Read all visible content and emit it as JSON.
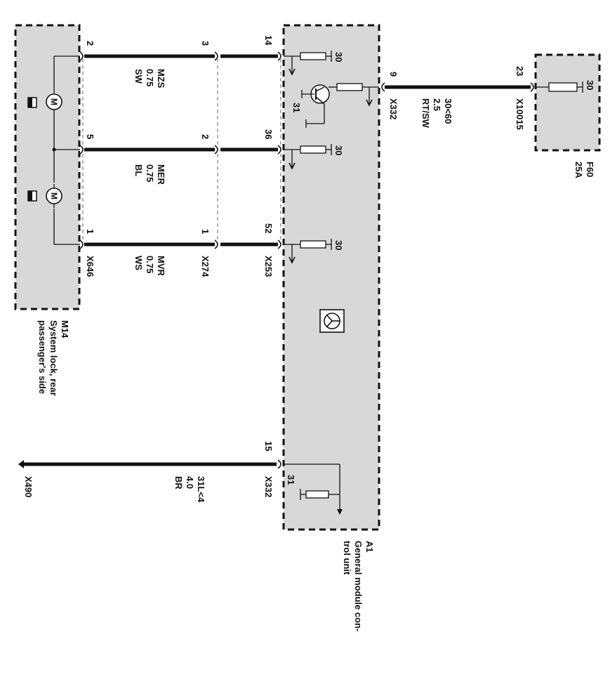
{
  "components": {
    "m14": {
      "id": "M14",
      "desc": [
        "System lock, rear",
        "passenger's side"
      ]
    },
    "a1": {
      "id": "A1",
      "desc": [
        "General module con-",
        "trol unit"
      ]
    },
    "f60": {
      "id": "F60",
      "rating": "25A",
      "pin": "30"
    }
  },
  "connectors": {
    "x646": "X646",
    "x274": "X274",
    "x253": "X253",
    "x332_top": "X332",
    "x332_bottom": "X332",
    "x10015": "X10015",
    "x490": "X490"
  },
  "pins": {
    "x646": [
      "2",
      "5",
      "1"
    ],
    "x274": [
      "3",
      "2",
      "1"
    ],
    "x253": [
      "14",
      "36",
      "52"
    ],
    "x332_a": "9",
    "x332_b": "15",
    "x10015": "23"
  },
  "wires": [
    {
      "signal": "MZS",
      "size": "0.75",
      "color": "SW"
    },
    {
      "signal": "MER",
      "size": "0.75",
      "color": "BL"
    },
    {
      "signal": "MVR",
      "size": "0.75",
      "color": "WS"
    },
    {
      "signal": "30<60",
      "size": "2.5",
      "color": "RT/SW"
    },
    {
      "signal": "31L<4",
      "size": "4.0",
      "color": "BR"
    }
  ],
  "internal": {
    "t30": "30",
    "t31": "31",
    "motor": "M"
  }
}
